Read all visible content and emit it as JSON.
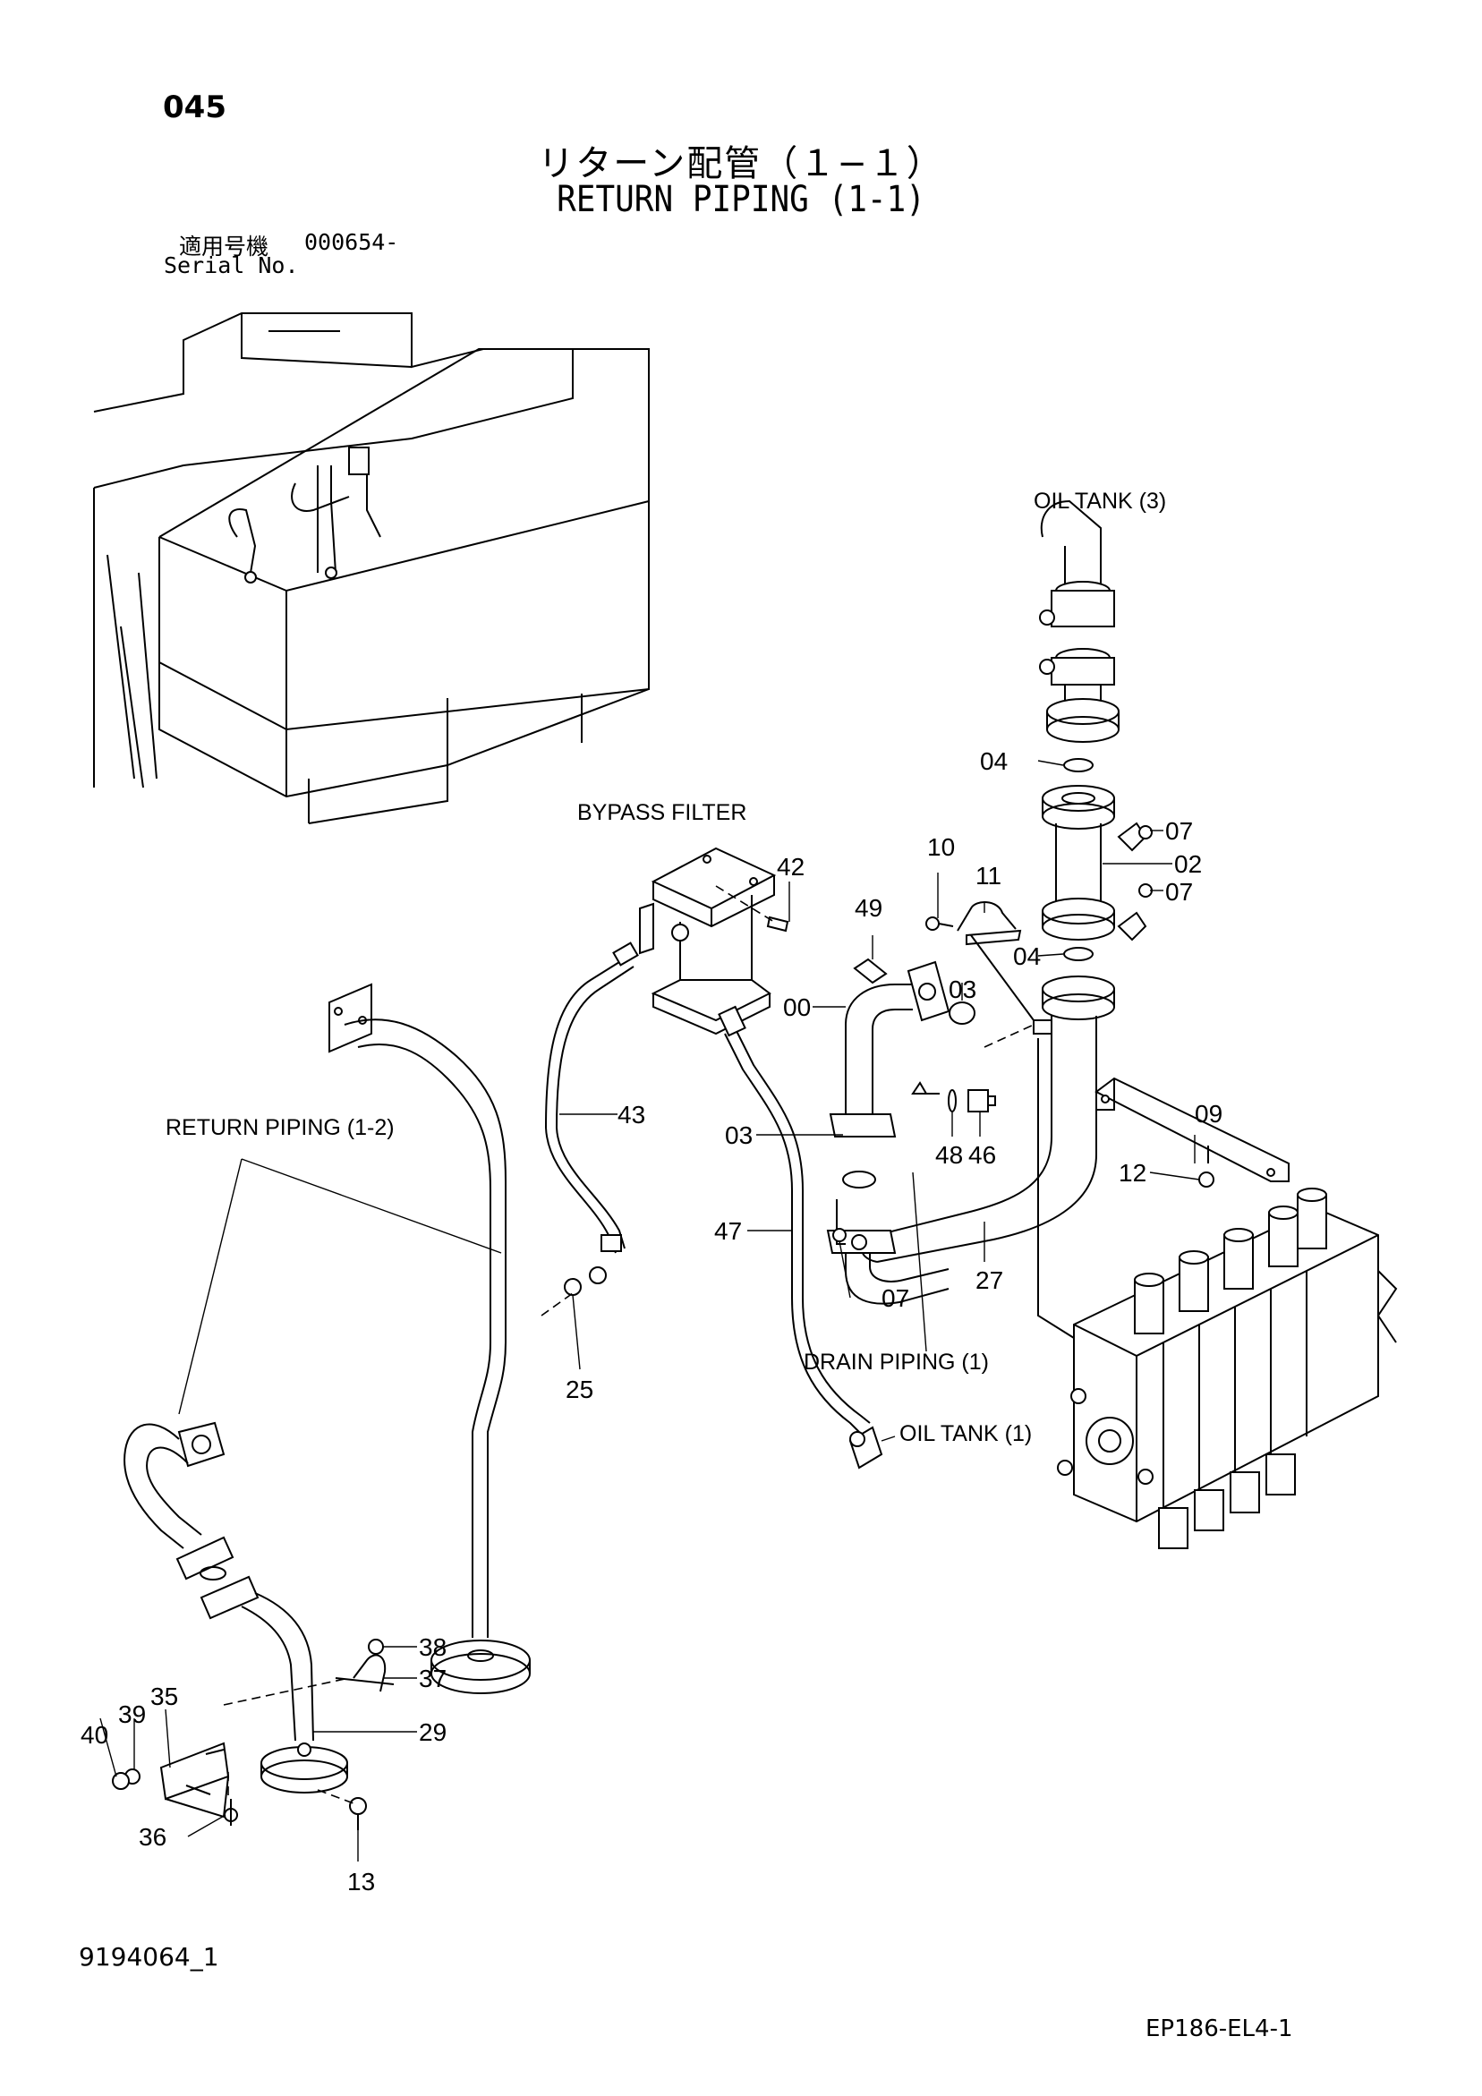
{
  "page_number": "045",
  "title_jp": "リターン配管（１−１）",
  "title_en": "RETURN PIPING (1-1)",
  "serial": {
    "label_jp": "適用号機",
    "value": "000654-",
    "label_en": "Serial No."
  },
  "labels": {
    "oil_tank_3": "OIL TANK (3)",
    "bypass_filter": "BYPASS  FILTER",
    "return_piping_1_2": "RETURN  PIPING  (1-2)",
    "drain_piping_1": "DRAIN  PIPING (1)",
    "oil_tank_1": "OIL TANK (1)"
  },
  "callouts": {
    "c04a": "04",
    "c07a": "07",
    "c02": "02",
    "c07b": "07",
    "c04b": "04",
    "c10": "10",
    "c11": "11",
    "c42": "42",
    "c49": "49",
    "c03a": "03",
    "c00": "00",
    "c09": "09",
    "c43": "43",
    "c03b": "03",
    "c48": "48",
    "c46": "46",
    "c12": "12",
    "c47": "47",
    "c07c": "07",
    "c27": "27",
    "c25": "25",
    "c38": "38",
    "c37": "37",
    "c35": "35",
    "c39": "39",
    "c40": "40",
    "c29": "29",
    "c36": "36",
    "c13": "13"
  },
  "document_number": "9194064_1",
  "figure_number": "EP186-EL4-1"
}
